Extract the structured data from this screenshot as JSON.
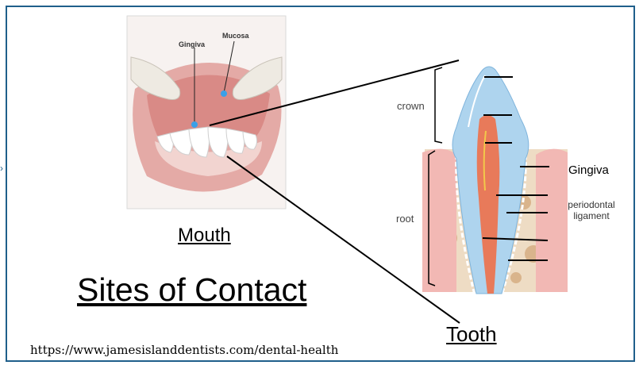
{
  "slide": {
    "title": "Sites of Contact",
    "mouth_label": "Mouth",
    "tooth_label": "Tooth",
    "source": "https://www.jamesislanddentists.com/dental-health",
    "border_color": "#1f5f8b"
  },
  "mouth_image": {
    "labels": {
      "gingiva": "Gingiva",
      "mucosa": "Mucosa"
    }
  },
  "tooth_diagram": {
    "labels": {
      "crown": "crown",
      "root": "root",
      "gingiva": "Gingiva",
      "periodontal_ligament": "periodontal ligament"
    }
  }
}
